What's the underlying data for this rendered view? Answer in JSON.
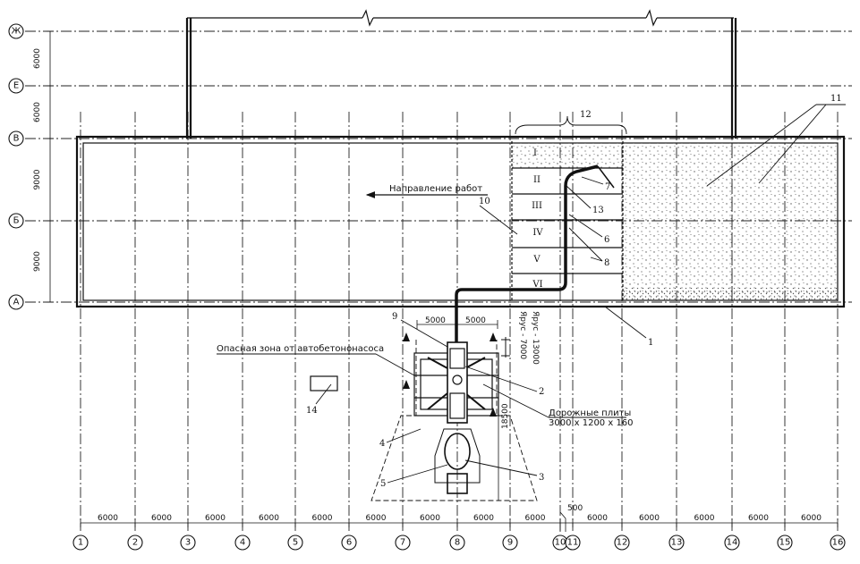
{
  "grid": {
    "column_labels": [
      "1",
      "2",
      "3",
      "4",
      "5",
      "6",
      "7",
      "8",
      "9",
      "10",
      "11",
      "12",
      "13",
      "14",
      "15",
      "16"
    ],
    "row_labels": [
      "Ж",
      "Е",
      "В",
      "Б",
      "А"
    ],
    "column_spacings": [
      "6000",
      "6000",
      "6000",
      "6000",
      "6000",
      "6000",
      "6000",
      "6000",
      "6000",
      "6000",
      "6000",
      "6000",
      "6000",
      "6000"
    ],
    "row_spacings": [
      "6000",
      "6000",
      "9000",
      "9000"
    ],
    "small_offset": "500"
  },
  "sections": [
    "I",
    "II",
    "III",
    "IV",
    "V",
    "VI"
  ],
  "annotations": {
    "direction": "Направление работ",
    "danger_zone": "Опасная зона от автобетононасоса",
    "road_slabs_line1": "Дорожные плиты",
    "road_slabs_line2": "3000 х 1200 х 160",
    "tier_7000": "Ярус - 7000",
    "tier_13000": "Ярус - 13000",
    "dim_5000_left": "5000",
    "dim_5000_right": "5000",
    "dim_18500": "18500"
  },
  "callouts": [
    "1",
    "2",
    "3",
    "4",
    "5",
    "6",
    "7",
    "8",
    "9",
    "10",
    "11",
    "12",
    "13",
    "14"
  ]
}
